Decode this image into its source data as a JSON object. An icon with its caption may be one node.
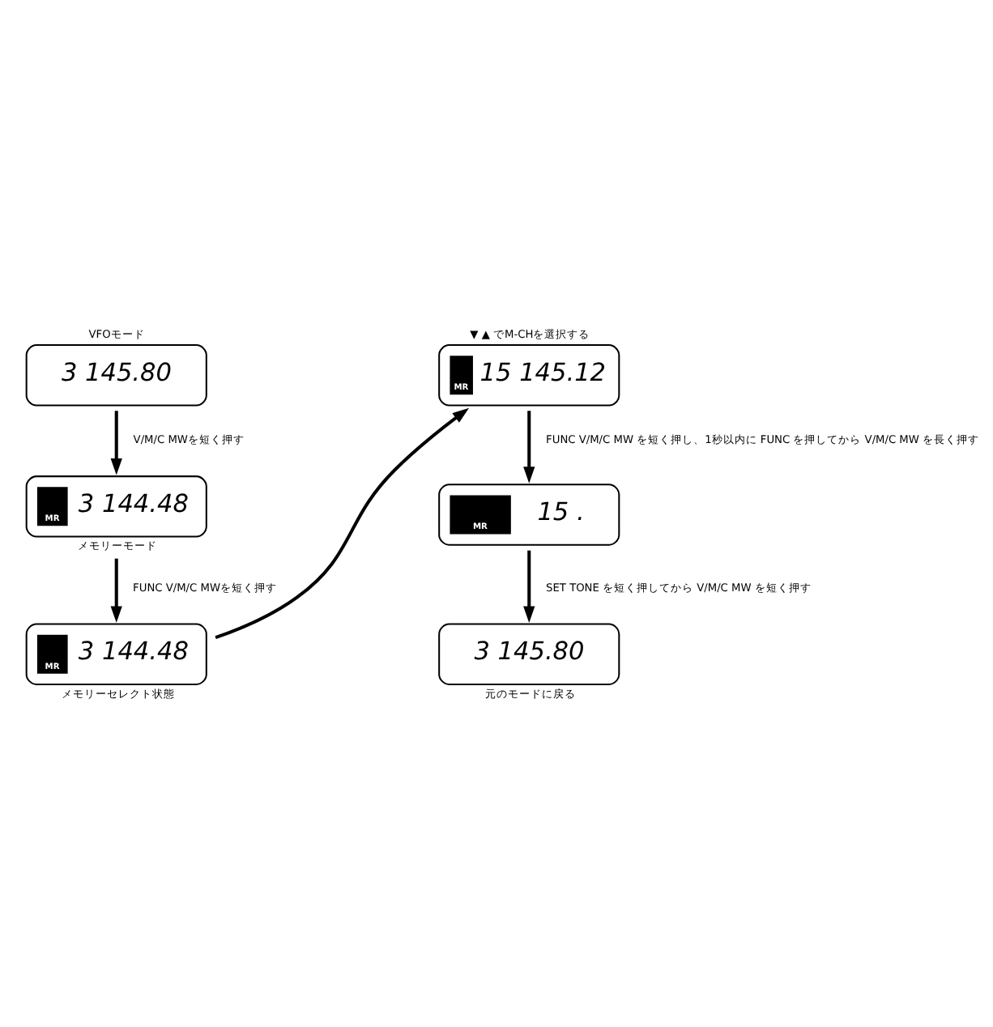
{
  "diagram": {
    "nodes": [
      {
        "text": [
          "3 145.80"
        ],
        "beside": [
          "VFOモード"
        ]
      },
      {
        "text": [
          "MR",
          "3 144.48"
        ],
        "beside": [
          "メモリーモード"
        ]
      },
      {
        "text": [
          "MR",
          "3 144.48"
        ],
        "beside": [
          "メモリーセレクト状態"
        ]
      },
      {
        "text": [
          "MR",
          "15 145.12"
        ],
        "beside": [
          "▼ ▲ でM-CHを選択する"
        ]
      },
      {
        "text": [
          "MR",
          "15 ."
        ]
      },
      {
        "text": [
          "3 145.80"
        ],
        "beside": [
          "元のモードに戻る"
        ]
      }
    ],
    "edges": [
      {
        "from": 0,
        "to": 1,
        "arrow": "to",
        "label": "V/M/C MWを短く押す"
      },
      {
        "from": 1,
        "to": 2,
        "arrow": "to",
        "label": "FUNC V/M/C MWを短く押す"
      },
      {
        "from": 2,
        "to": 3,
        "arrow": "to"
      },
      {
        "from": 3,
        "to": 4,
        "arrow": "to",
        "label": "FUNC V/M/C MW を短く押し、1秒以内に FUNC を押してから V/M/C MW を長く押す"
      },
      {
        "from": 4,
        "to": 5,
        "arrow": "to",
        "label": "SET TONE を短く押してから V/M/C MW を短く押す"
      }
    ]
  }
}
